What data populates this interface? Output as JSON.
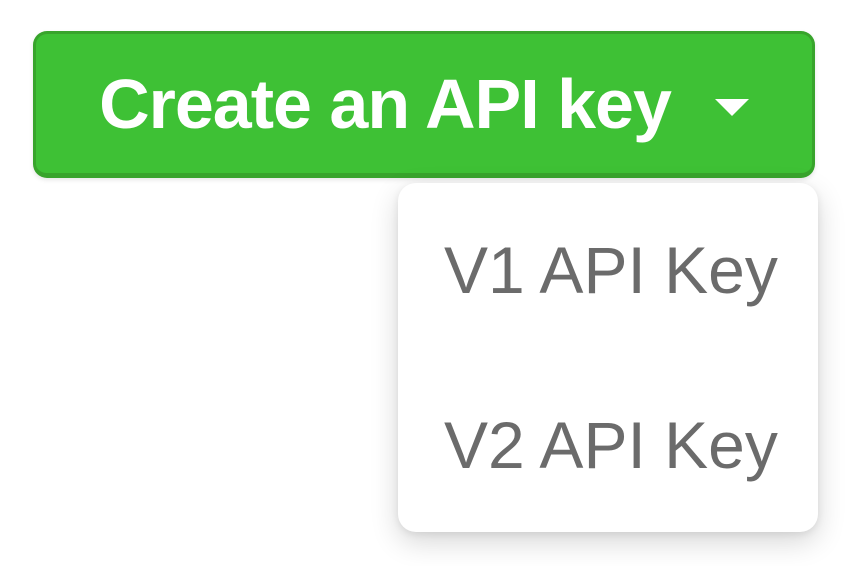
{
  "button": {
    "label": "Create an API key",
    "icon": "caret-down-icon"
  },
  "dropdown": {
    "items": [
      {
        "label": "V1 API Key"
      },
      {
        "label": "V2 API Key"
      }
    ]
  },
  "colors": {
    "accent-green": "#3ec135",
    "accent-green-dark": "#38a42c",
    "button-text": "#ffffff",
    "menu-bg": "#ffffff",
    "menu-text": "#6b6b6b",
    "page-bg": "#ffffff"
  }
}
